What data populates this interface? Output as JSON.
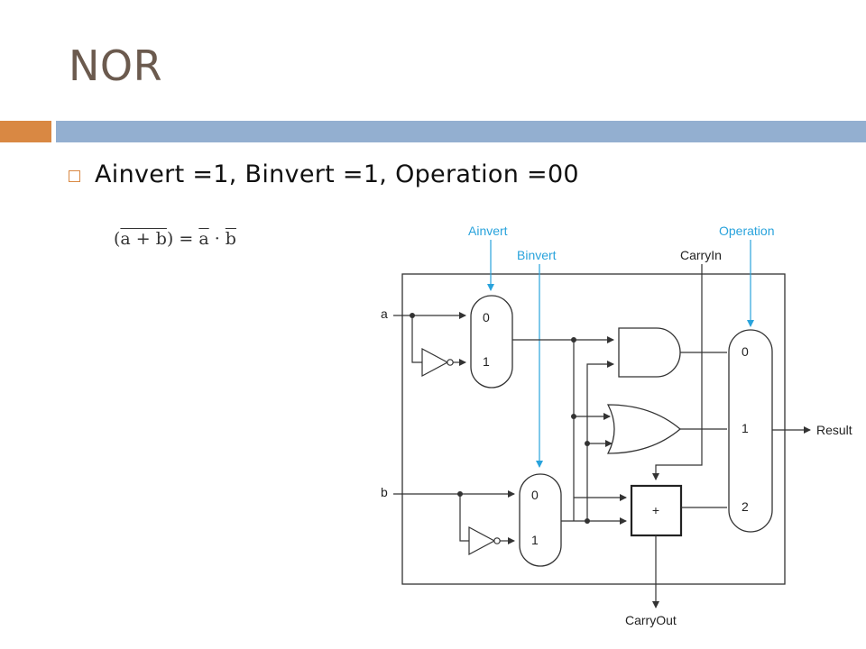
{
  "slide": {
    "title": "NOR",
    "bullet": "Ainvert =1, Binvert =1, Operation =00",
    "formula": {
      "lhs_open": "(",
      "lhs_overlined": "a + b",
      "lhs_close": ")",
      "equals": " = ",
      "a_bar": "a",
      "dot": " · ",
      "b_bar": "b"
    }
  },
  "diagram": {
    "control_labels": {
      "ainvert": "Ainvert",
      "binvert": "Binvert",
      "carry_in": "CarryIn",
      "operation": "Operation"
    },
    "inputs": {
      "a": "a",
      "b": "b"
    },
    "mux_a": {
      "in0": "0",
      "in1": "1"
    },
    "mux_b": {
      "in0": "0",
      "in1": "1"
    },
    "result_mux": {
      "in0": "0",
      "in1": "1",
      "in2": "2"
    },
    "adder_symbol": "+",
    "outputs": {
      "result": "Result",
      "carry_out": "CarryOut"
    }
  },
  "colors": {
    "accent_orange": "#d98843",
    "accent_blue": "#93afd0",
    "control_line": "#29a3dc",
    "title": "#6b5a4e"
  }
}
